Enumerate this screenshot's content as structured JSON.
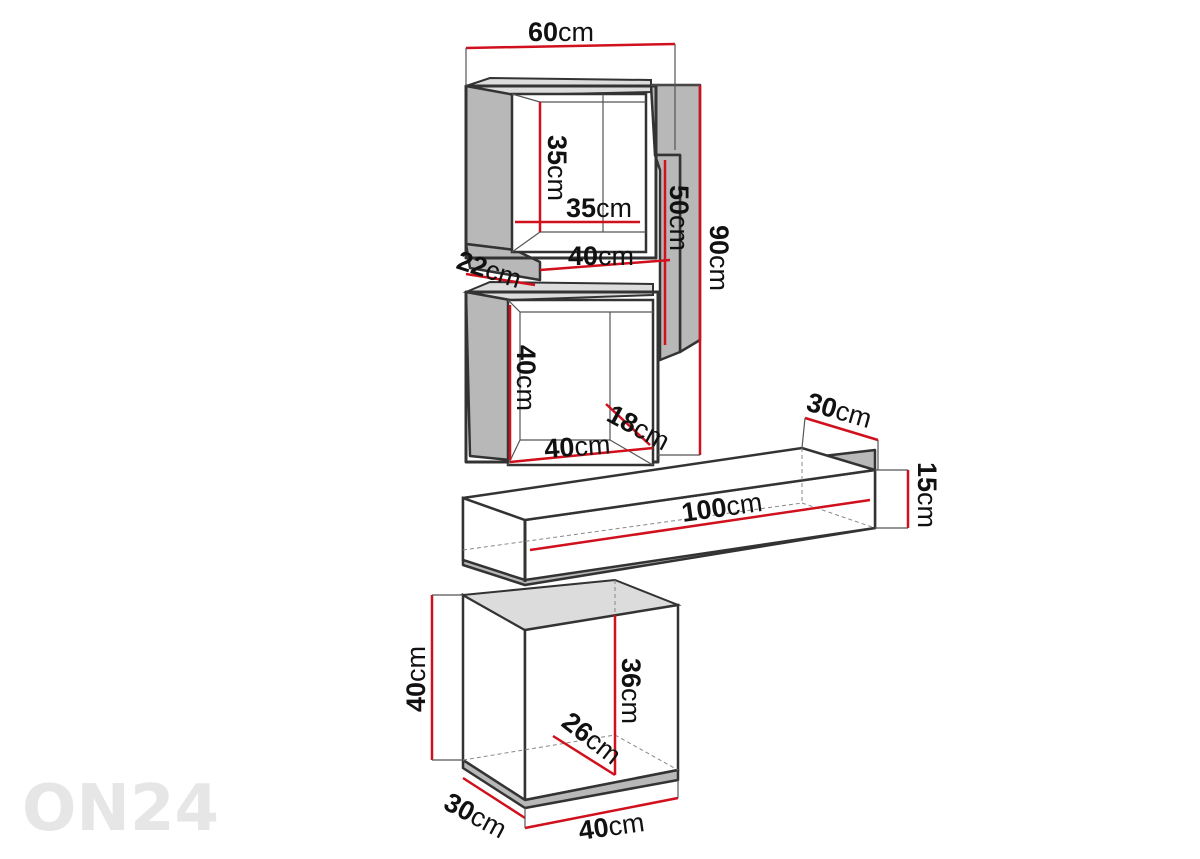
{
  "watermark": "ON24",
  "dimensions": [
    {
      "id": "top-width",
      "value": "60",
      "unit": "cm"
    },
    {
      "id": "top-inner-height",
      "value": "35",
      "unit": "cm"
    },
    {
      "id": "top-inner-width",
      "value": "35",
      "unit": "cm"
    },
    {
      "id": "top-outer-width",
      "value": "40",
      "unit": "cm"
    },
    {
      "id": "side-height",
      "value": "50",
      "unit": "cm"
    },
    {
      "id": "total-height",
      "value": "90",
      "unit": "cm"
    },
    {
      "id": "upper-depth",
      "value": "22",
      "unit": "cm"
    },
    {
      "id": "middle-inner-height",
      "value": "40",
      "unit": "cm"
    },
    {
      "id": "middle-inner-depth",
      "value": "18",
      "unit": "cm"
    },
    {
      "id": "middle-width",
      "value": "40",
      "unit": "cm"
    },
    {
      "id": "shelf-depth",
      "value": "30",
      "unit": "cm"
    },
    {
      "id": "shelf-height",
      "value": "15",
      "unit": "cm"
    },
    {
      "id": "shelf-length",
      "value": "100",
      "unit": "cm"
    },
    {
      "id": "bottom-inner-height",
      "value": "36",
      "unit": "cm"
    },
    {
      "id": "bottom-inner-depth",
      "value": "26",
      "unit": "cm"
    },
    {
      "id": "bottom-height",
      "value": "40",
      "unit": "cm"
    },
    {
      "id": "bottom-depth",
      "value": "30",
      "unit": "cm"
    },
    {
      "id": "bottom-width",
      "value": "40",
      "unit": "cm"
    }
  ]
}
